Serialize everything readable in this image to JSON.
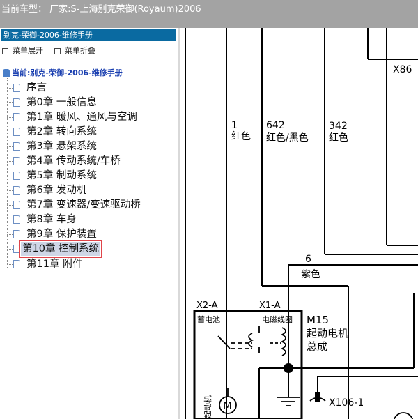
{
  "header": {
    "text": "当前车型： 厂家:S-上海别克荣御(Royaum)2006"
  },
  "panel": {
    "title": "别克-荣御-2006-维修手册",
    "expand_label": "菜单展开",
    "collapse_label": "菜单折叠"
  },
  "tree": {
    "root_label": "当前:别克-荣御-2006-维修手册",
    "items": [
      {
        "label": "序言"
      },
      {
        "label": "第0章 一般信息"
      },
      {
        "label": "第1章 暖风、通风与空调"
      },
      {
        "label": "第2章 转向系统"
      },
      {
        "label": "第3章 悬架系统"
      },
      {
        "label": "第4章 传动系统/车桥"
      },
      {
        "label": "第5章 制动系统"
      },
      {
        "label": "第6章 发动机"
      },
      {
        "label": "第7章 变速器/变速驱动桥"
      },
      {
        "label": "第8章 车身"
      },
      {
        "label": "第9章 保护装置"
      },
      {
        "label": "第10章 控制系统",
        "selected": true
      },
      {
        "label": "第11章 附件"
      }
    ]
  },
  "diagram": {
    "connector_top": "X86",
    "wires": [
      {
        "num": "1",
        "color": "红色"
      },
      {
        "num": "642",
        "color": "红色/黑色"
      },
      {
        "num": "342",
        "color": "红色"
      },
      {
        "num": "6",
        "color": "紫色"
      }
    ],
    "terminals": [
      "X2-A",
      "X1-A"
    ],
    "component_code": "M15",
    "component_name_1": "起动电机",
    "component_name_2": "总成",
    "battery_label": "蓄电池",
    "solenoid_label": "电磁线圈",
    "motor_symbol": "M",
    "motor_label": "起动机",
    "connector_bottom": "X106-1"
  }
}
